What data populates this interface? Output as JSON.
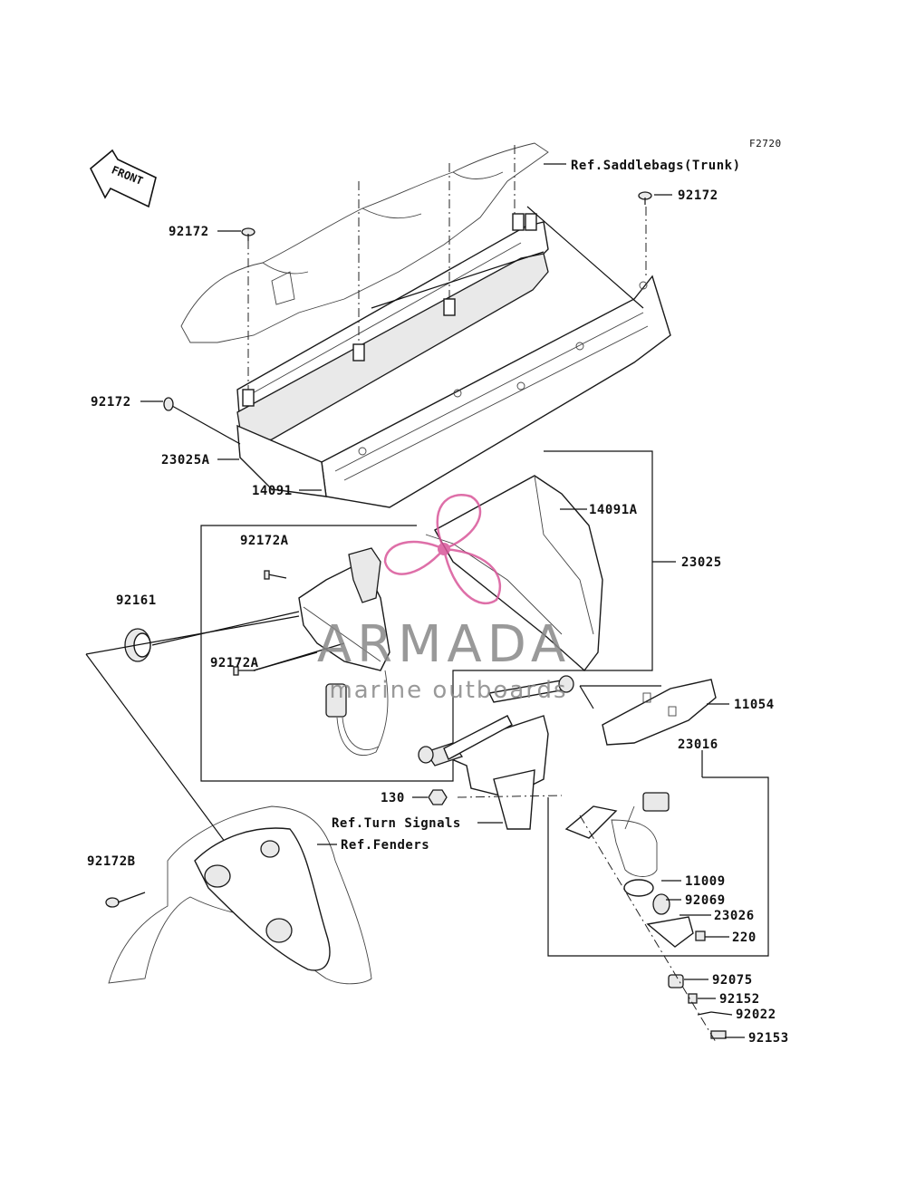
{
  "figure_code": "F2720",
  "front_arrow": {
    "label": "FRONT"
  },
  "callouts": {
    "ref_saddlebags": "Ref.Saddlebags(Trunk)",
    "p92172_top_right": "92172",
    "p92172_top_left": "92172",
    "p92172_left": "92172",
    "p23025A": "23025A",
    "p14091": "14091",
    "p14091A": "14091A",
    "p23025": "23025",
    "p92172A_upper": "92172A",
    "p92161": "92161",
    "p92172A_lower": "92172A",
    "p11054": "11054",
    "p23016": "23016",
    "p130": "130",
    "ref_turn_signals": "Ref.Turn Signals",
    "ref_fenders": "Ref.Fenders",
    "p92172B": "92172B",
    "p11009": "11009",
    "p92069": "92069",
    "p23026": "23026",
    "p220": "220",
    "p92075": "92075",
    "p92152": "92152",
    "p92022": "92022",
    "p92153": "92153"
  },
  "watermark": {
    "brand": "ARMADA",
    "tagline": "marine outboards",
    "color": "#d9569a"
  }
}
